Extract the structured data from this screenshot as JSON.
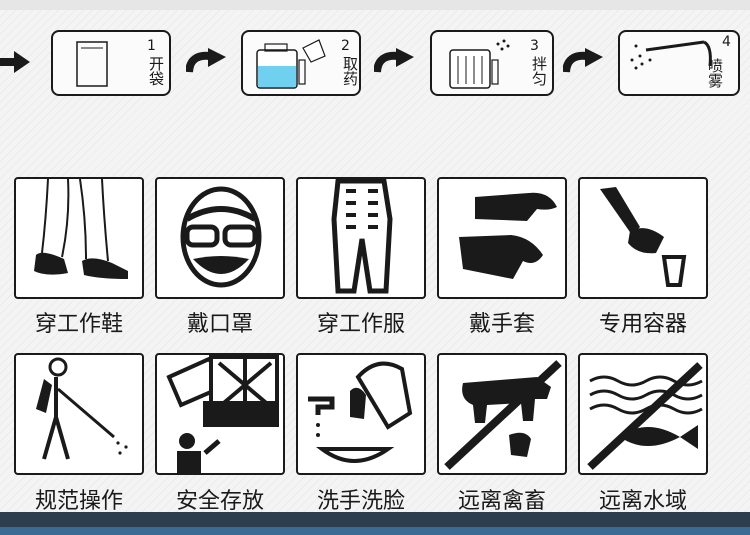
{
  "process_steps": [
    {
      "number": "1",
      "label": "开袋"
    },
    {
      "number": "2",
      "label": "取药"
    },
    {
      "number": "3",
      "label": "拌匀"
    },
    {
      "number": "4",
      "label": "喷雾"
    }
  ],
  "rules_row1": [
    {
      "label": "穿工作鞋",
      "icon": "work-shoes-icon"
    },
    {
      "label": "戴口罩",
      "icon": "mask-goggles-icon"
    },
    {
      "label": "穿工作服",
      "icon": "work-clothes-icon"
    },
    {
      "label": "戴手套",
      "icon": "gloves-icon"
    },
    {
      "label": "专用容器",
      "icon": "dedicated-container-icon"
    }
  ],
  "rules_row2": [
    {
      "label": "规范操作",
      "icon": "spraying-person-icon"
    },
    {
      "label": "安全存放",
      "icon": "safe-storage-icon"
    },
    {
      "label": "洗手洗脸",
      "icon": "wash-hands-face-icon"
    },
    {
      "label": "远离禽畜",
      "icon": "no-livestock-icon"
    },
    {
      "label": "远离水域",
      "icon": "no-water-icon"
    }
  ],
  "colors": {
    "ink": "#1a1a1a",
    "liquid": "#6fd0f0",
    "bottom_bar": "#2d3e4e",
    "bottom_accent": "#3b6a93"
  }
}
